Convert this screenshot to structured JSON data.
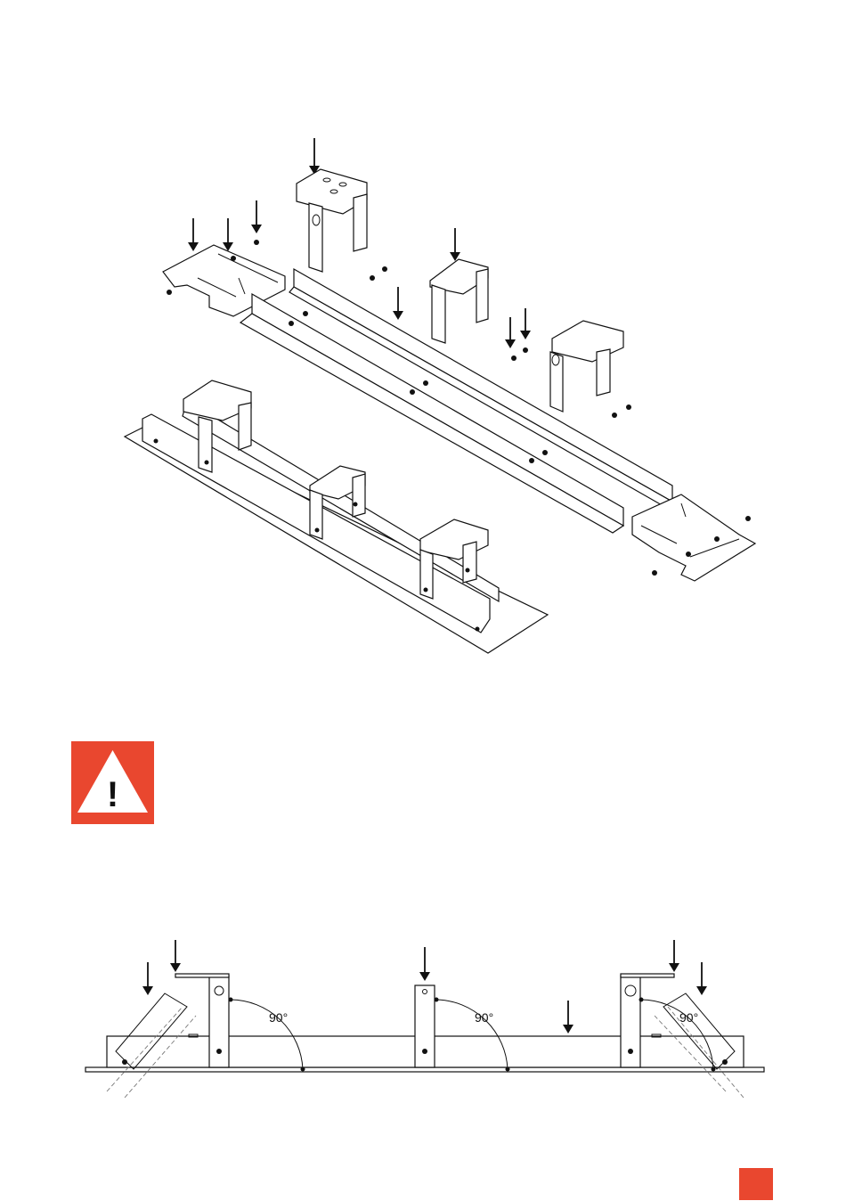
{
  "warning": {
    "symbol": "!",
    "color": "#e9472f"
  },
  "angles": [
    {
      "label": "90°"
    },
    {
      "label": "90°"
    },
    {
      "label": "90°"
    }
  ],
  "accent_color": "#e9472f"
}
